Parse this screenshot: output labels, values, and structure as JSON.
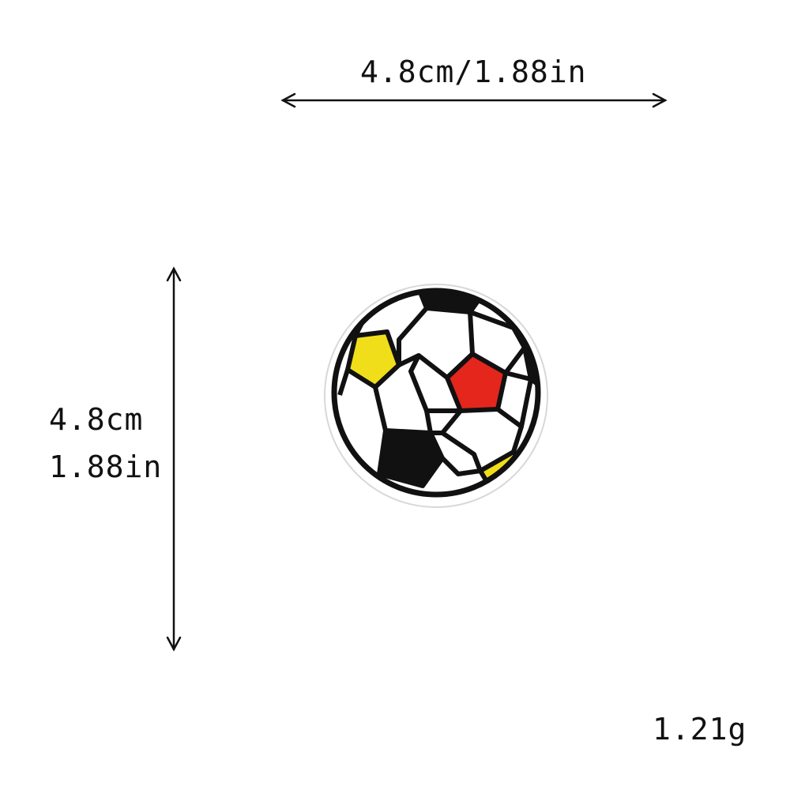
{
  "dimensions": {
    "width_label": "4.8cm/1.88in",
    "height_cm": "4.8cm",
    "height_in": "1.88in"
  },
  "weight": "1.21g",
  "product": {
    "icon": "soccer-ball-patch-icon",
    "colors": {
      "outline": "#111111",
      "panel": "#ffffff",
      "red_panel": "#e4261c",
      "yellow_panel": "#f1de1a",
      "black_panel": "#111111",
      "border": "#dddddd"
    }
  }
}
